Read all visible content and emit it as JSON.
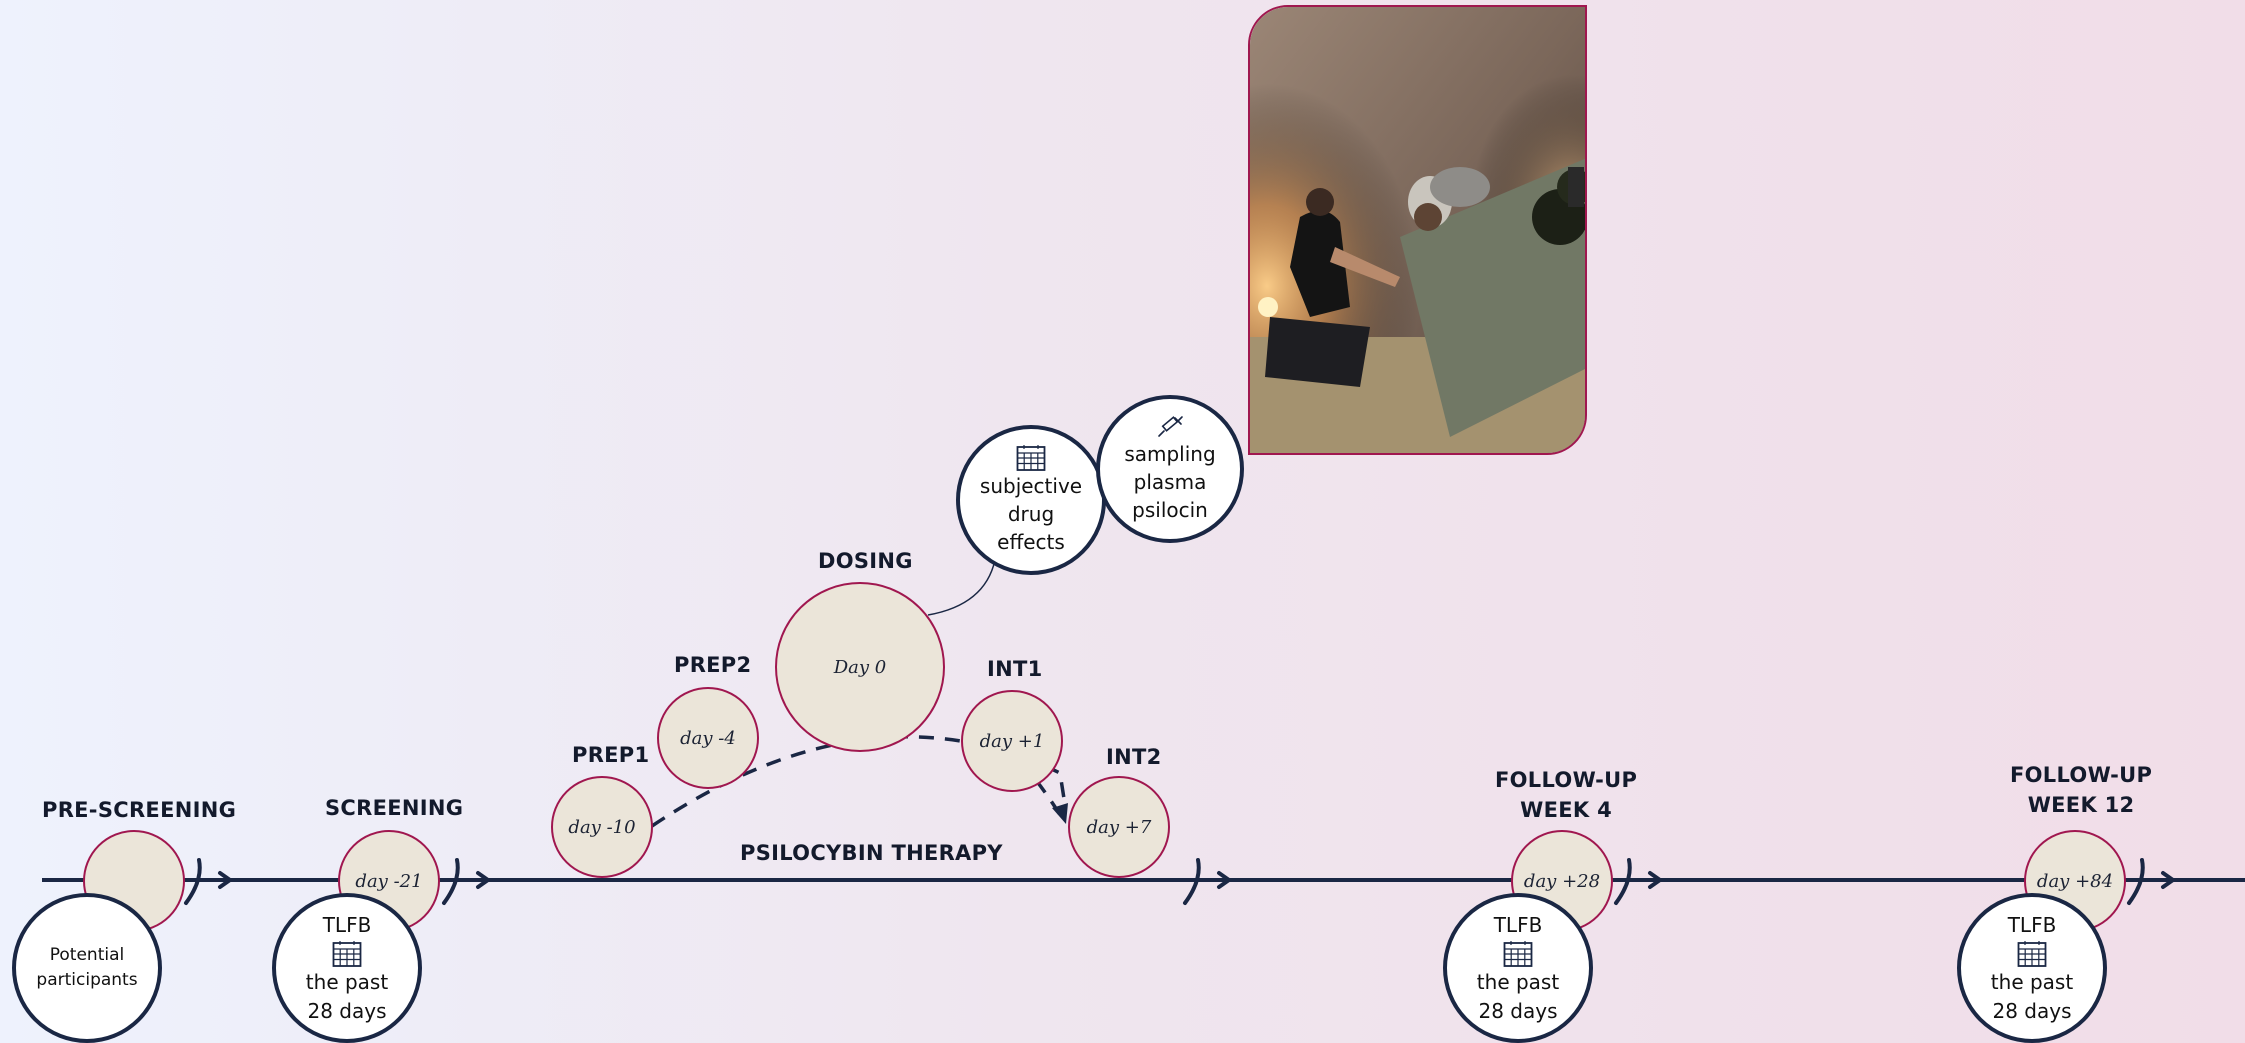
{
  "colors": {
    "navy": "#1a2744",
    "magenta": "#a0174f",
    "beige": "#ebe5d9"
  },
  "phases": {
    "prescreening": "PRE-SCREENING",
    "screening": "SCREENING",
    "prep1": "PREP1",
    "prep2": "PREP2",
    "dosing": "DOSING",
    "int1": "INT1",
    "int2": "INT2",
    "therapy": "PSILOCYBIN THERAPY",
    "followup4": [
      "FOLLOW-UP",
      "WEEK 4"
    ],
    "followup12": [
      "FOLLOW-UP",
      "WEEK 12"
    ]
  },
  "days": {
    "screening": "day -21",
    "prep1": "day -10",
    "prep2": "day -4",
    "dosing": "Day 0",
    "int1": "day +1",
    "int2": "day +7",
    "followup4": "day +28",
    "followup12": "day +84"
  },
  "assessments": {
    "potential": [
      "Potential",
      "participants"
    ],
    "tlfb": {
      "title": "TLFB",
      "icon": "calendar-icon",
      "lines": [
        "the past",
        "28 days"
      ]
    },
    "subjective": {
      "icon": "calendar-icon",
      "lines": [
        "subjective",
        "drug",
        "effects"
      ]
    },
    "sampling": {
      "icon": "syringe-icon",
      "lines": [
        "sampling",
        "plasma",
        "psilocin"
      ]
    }
  }
}
